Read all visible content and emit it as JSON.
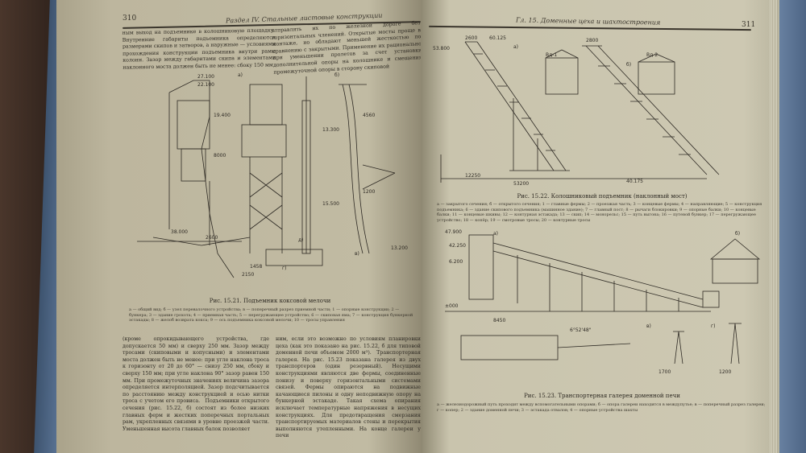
{
  "left_page": {
    "page_number": "310",
    "running_head": "Раздел IV. Стальные листовые конструкции",
    "top_text_col1": "ным выход на подъемнике в колошниковую площадку. Внутренние габариты подъемника определяются размерами скипов и затворов, а наружные — условиями прохождения конструкции подъемника внутри рамы колонн. Зазор между габаритами скипа и элементами наклонного моста должен быть не менее: сбоку 150 мм",
    "top_text_col2": "отправлять их по железной дороге без горизонтальных членений. Открытые мосты проще в монтаже, но обладают меньшей жесткостью по сравнению с закрытыми. Применение их рационально при уменьшении пролетов за счет установки дополнительной опоры на колошнике и смещения промежуточной опоры в сторону скиповой",
    "figure_labels": [
      "а)",
      "б)",
      "в)",
      "г)",
      "д)"
    ],
    "dimensions": [
      "27.100",
      "22.100",
      "19.400",
      "8000",
      "38.000",
      "2600",
      "1458",
      "2150",
      "4560",
      "13.300",
      "15.500",
      "13.200",
      "1200"
    ],
    "caption": "Рис. 15.21. Подъемник коксовой мелочи",
    "legend": "а — общий вид; б — узел перевалочного устройства; в — поперечный разрез приемной части; 1 — опорные конструкции; 2 — бункера; 3 — здание грохота; 4 — приемная часть; 5 — перегружающее устройство; 6 — скиповая яма; 7 — конструкция бункерной эстакады; 8 — желоб возврата кокса; 9 — ось подъемника коксовой мелочи; 10 — тросы управления",
    "bottom_text_col1": "(кроме опрокидывающего устройства, где допускается 50 мм) и сверху 250 мм. Зазор между тросами (скиповыми и копусными) и элементами моста должен быть не менее: при угле наклона троса к горизонту от 20 до 60° — снизу 250 мм, сбоку и сверху 150 мм; при угле наклона 90° зазор равен 150 мм. При промежуточных значениях величина зазора определяется интерполяцией. Зазор подсчитывается по расстоянию между конструкцией и осью нитки троса с учетом его провиса. Подъемники открытого сечения (рис. 15.22, б) состоят из более низких главных ферм и жестких поперечных портальных рам, укрепленных связями в уровне проезжей части. Уменьшенная высота главных балок позволяет",
    "bottom_text_col2": "ним, если это возможно по условиям планировки цеха (как это показано на рис. 15.22, б для типовой доменной печи объемом 2000 м³). Транспортерная галерея. На рис. 15.23 показана галерея из двух транспортеров (один резервный). Несущими конструкциями являются две фермы, соединенные понизу и поверху горизонтальными системами связей. Фермы опираются на подвижные качающиеся пилоны и одну неподвижную опору на бункерной эстакаде. Такая схема опирания исключает температурные напряжения в несущих конструкциях. Для предотвращения смерзания транспортируемых материалов стены и перекрытия выполняются утепленными. На конце галереи у печи"
  },
  "right_page": {
    "page_number": "311",
    "running_head": "Гл. 15. Доменные цеха и шахтостроения",
    "figure1_labels": [
      "а)",
      "б)",
      "Вд-1",
      "Вд-2"
    ],
    "figure1_dimensions": [
      "53.800",
      "2600",
      "60.125",
      "2800",
      "12250",
      "53200",
      "40.175"
    ],
    "caption1": "Рис. 15.22. Колошниковый подъемник (наклонный мост)",
    "legend1": "а — закрытого сечения; б — открытого сечения; 1 — главные фермы; 2 — проезжая часть; 3 — концевые фермы; 4 — направляющие; 5 — конструкция подъемника; 6 — здание скипового подъемника (машинное здание); 7 — главный пост; 8 — рычаги блокировки; 9 — опорные балки; 10 — концевые балки; 11 — концевые шкивы; 12 — контурная эстакада; 13 — скип; 14 — монорельс; 15 — путь выгона; 16 — путевой бункер; 17 — перегружающее устройство; 18 — копёр; 19 — смотровые тросы; 20 — контурные тросы",
    "figure2_labels": [
      "а)",
      "б)",
      "в)",
      "г)"
    ],
    "figure2_dimensions": [
      "47.900",
      "42.250",
      "6.200",
      "±000",
      "8450",
      "6°52'48\"",
      "1700",
      "1200"
    ],
    "caption2": "Рис. 15.23. Транспортерная галерея доменной печи",
    "legend2": "а — железнодорожный путь проходит между вспомогательными опорами; б — опора галереи находится в междупутье; в — поперечный разрез галереи; г — копер; 2 — здание доменной печи; 3 — эстакада отвалов; 4 — опорные устройства шахты"
  }
}
